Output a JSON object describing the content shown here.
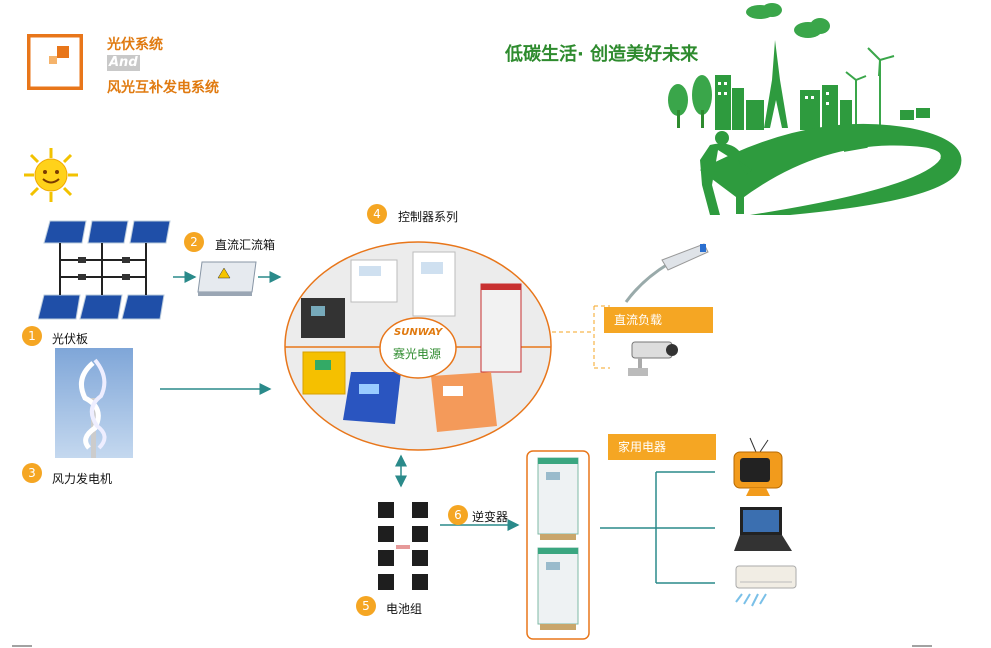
{
  "header": {
    "title_line1": "光伏系统",
    "title_line2": "And",
    "title_line3": "风光互补发电系统",
    "slogan": "低碳生活· 创造美好未来"
  },
  "nodes": {
    "pv": {
      "num": "1",
      "label": "光伏板"
    },
    "dc_box": {
      "num": "2",
      "label": "直流汇流箱"
    },
    "wind": {
      "num": "3",
      "label": "风力发电机"
    },
    "controller": {
      "num": "4",
      "label": "控制器系列"
    },
    "battery": {
      "num": "5",
      "label": "电池组"
    },
    "inverter": {
      "num": "6",
      "label": "逆变器"
    }
  },
  "center": {
    "brand": "SUNWAY",
    "name": "赛光电源"
  },
  "loads": {
    "dc": "直流负载",
    "home": "家用电器"
  },
  "colors": {
    "orange": "#f5a623",
    "teal": "#2a8a8a",
    "green": "#2e8b2e",
    "brand": "#e07a10"
  }
}
